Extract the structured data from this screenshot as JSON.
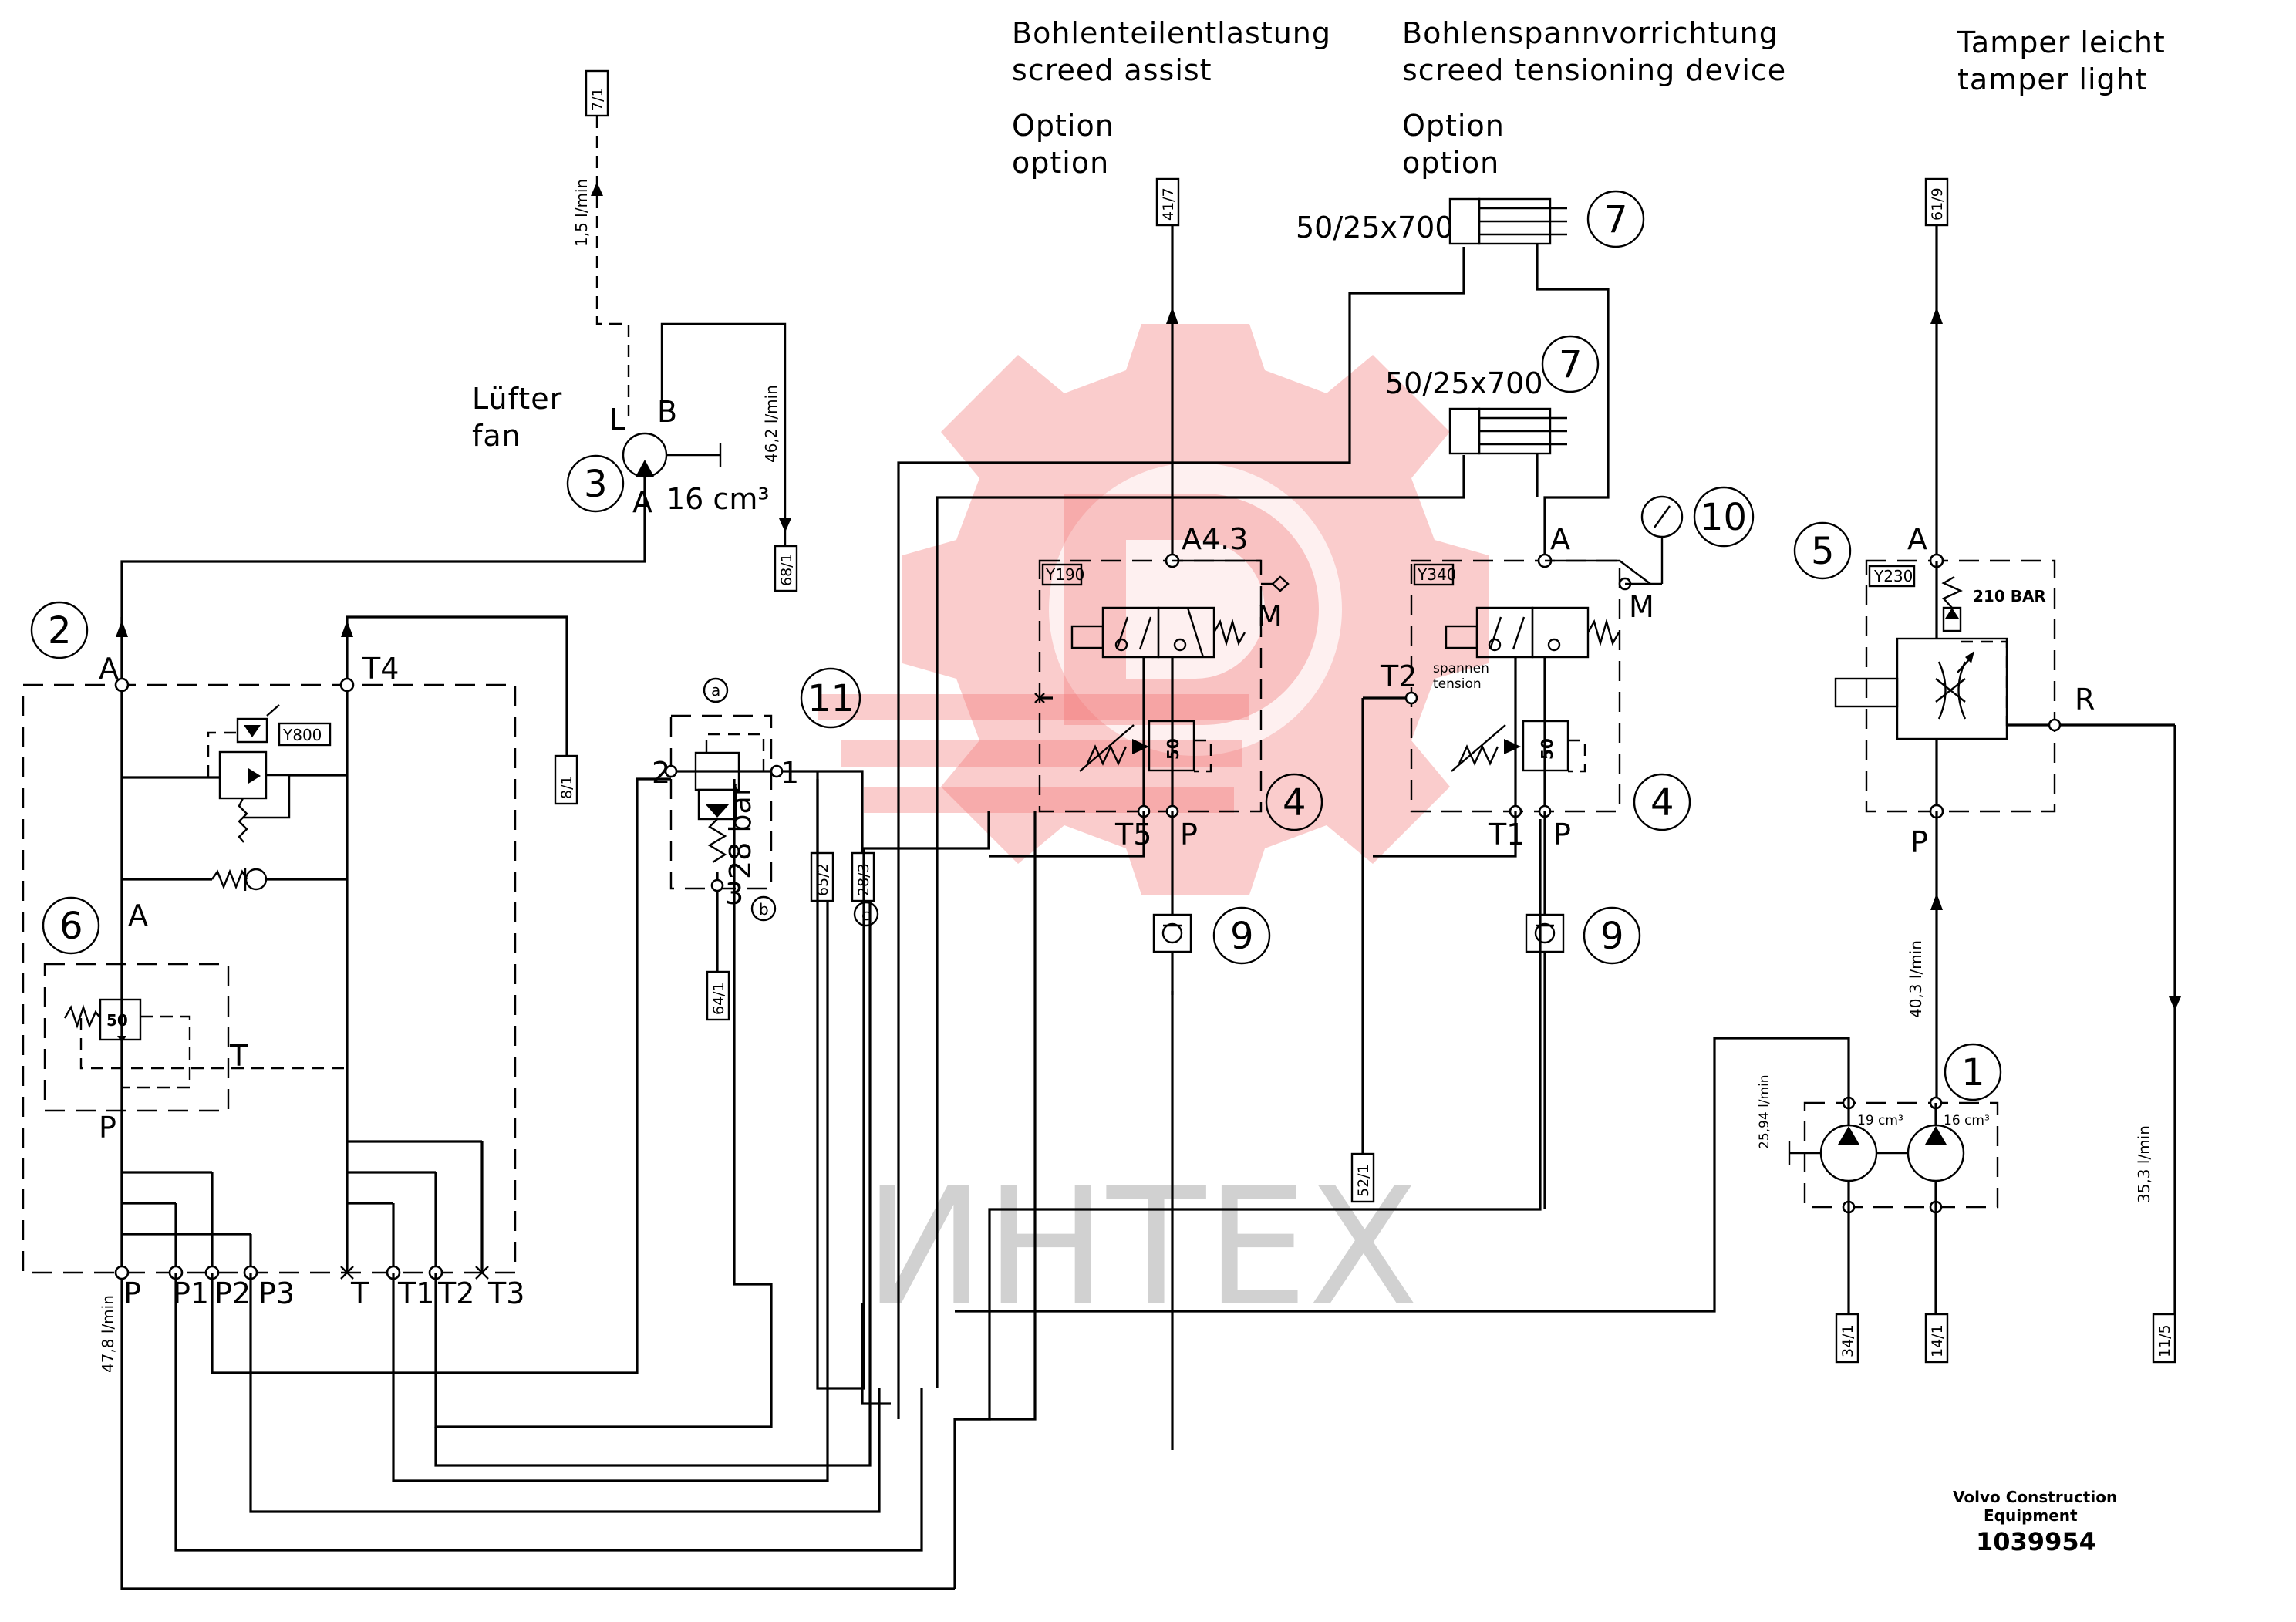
{
  "headings": {
    "screed_assist": [
      "Bohlenteilentlastung",
      "screed assist"
    ],
    "screed_assist_option": [
      "Option",
      "option"
    ],
    "tensioning": [
      "Bohlenspannvorrichtung",
      "screed tensioning device"
    ],
    "tensioning_option": [
      "Option",
      "option"
    ],
    "tamper": [
      "Tamper leicht",
      "tamper light"
    ],
    "fan": [
      "Lüfter",
      "fan"
    ]
  },
  "callouts": [
    "1",
    "2",
    "3",
    "4",
    "5",
    "6",
    "7",
    "9",
    "10",
    "11"
  ],
  "sheet_refs": {
    "r71": "7/1",
    "r681": "68/1",
    "r81": "8/1",
    "r641": "64/1",
    "r652": "65/2",
    "r283": "28/3",
    "r417": "41/7",
    "r521": "52/1",
    "r619": "61/9",
    "r341": "34/1",
    "r141": "14/1",
    "r115": "11/5"
  },
  "flows": {
    "fan_return": "1,5 l/min",
    "fan_supply": "46,2 l/min",
    "main": "47,8 l/min",
    "tamper": "40,3 l/min",
    "pump_left": "25,94 l/min",
    "tamper_return": "35,3 l/min"
  },
  "cylinders": [
    "50/25x700",
    "50/25x700"
  ],
  "valves": {
    "y190": "Y190",
    "y340": "Y340",
    "y800": "Y800",
    "y230": "Y230",
    "setting_50": "50",
    "pressure_210": "210 BAR",
    "pressure_28": "28 bar",
    "spannen": "spannen",
    "tension": "tension"
  },
  "motor": {
    "displacement": "16 cm³"
  },
  "pumps": {
    "left": "19 cm³",
    "right": "16 cm³"
  },
  "ports": {
    "A": "A",
    "B": "B",
    "L": "L",
    "P": "P",
    "T": "T",
    "M": "M",
    "R": "R",
    "A43": "A4.3",
    "T1": "T1",
    "T2": "T2",
    "T3": "T3",
    "T4": "T4",
    "T5": "T5",
    "P1": "P1",
    "P2": "P2",
    "P3": "P3",
    "p1": "1",
    "p2": "2",
    "p3": "3",
    "ca": "a",
    "cb": "b",
    "cc": "c"
  },
  "watermark": "ИНТЕХ",
  "footer": {
    "company": "Volvo Construction",
    "company2": "Equipment",
    "docno": "1039954"
  }
}
